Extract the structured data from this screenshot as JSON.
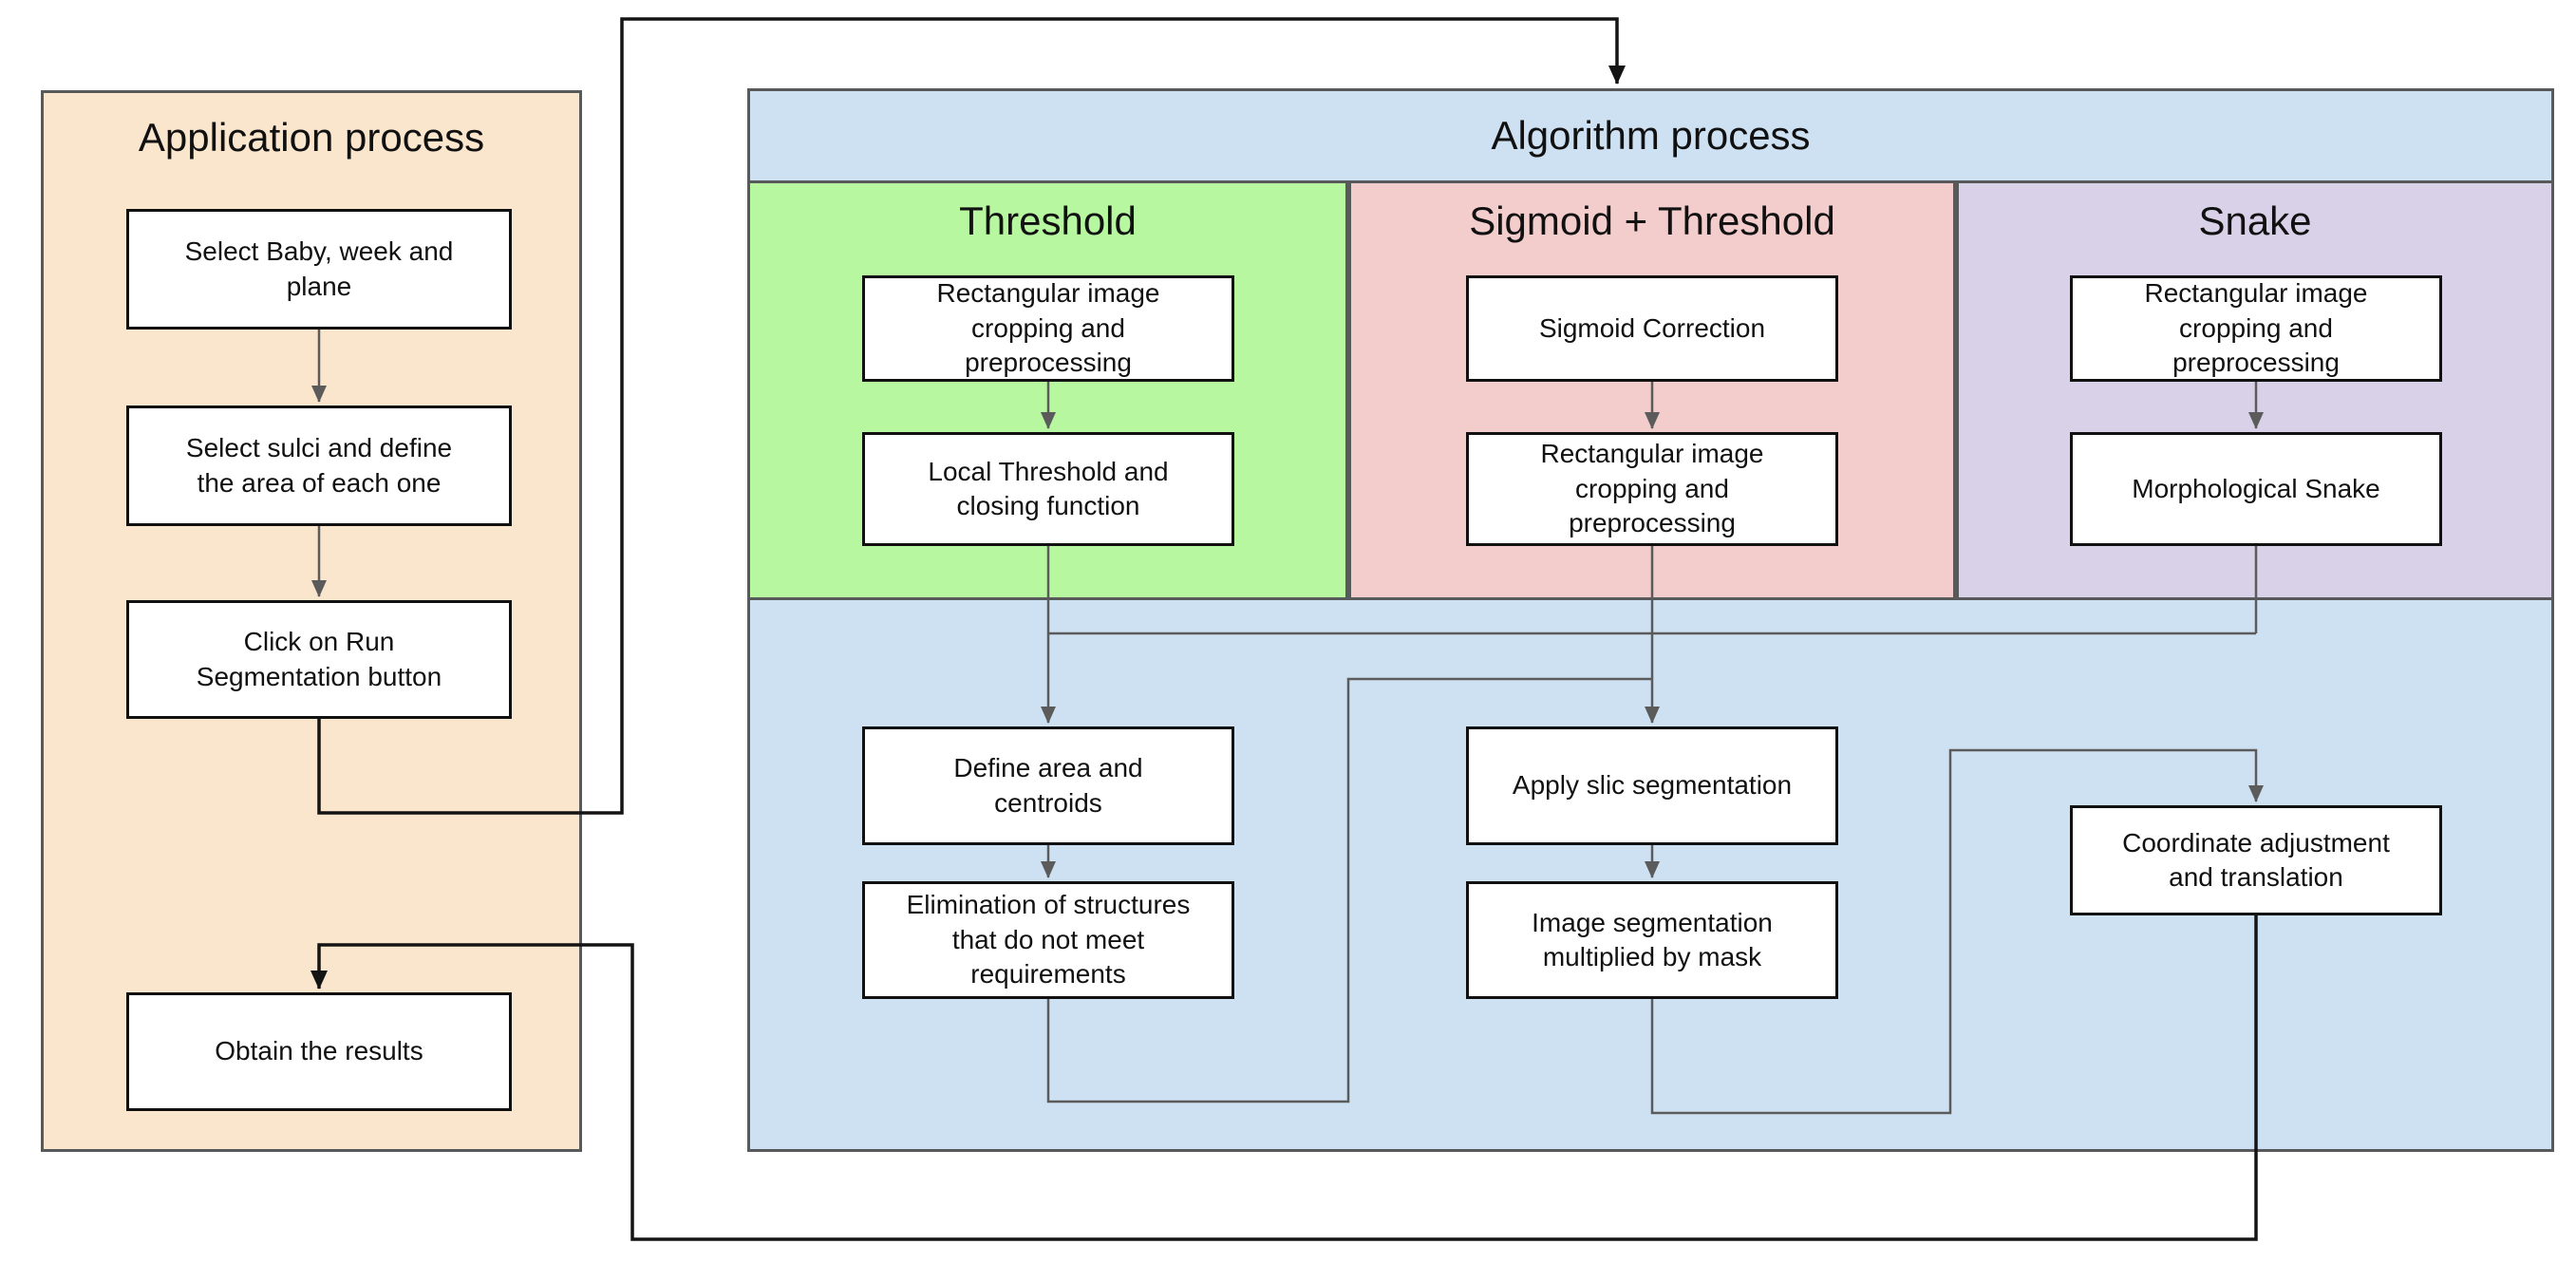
{
  "colors": {
    "panel-orange": "#FAE5CD",
    "panel-blue": "#CEE1F2",
    "section-green": "#B6F7A0",
    "section-pink": "#F2CDCC",
    "section-purple": "#D8D1E8",
    "panel-border": "#58595B",
    "node-border": "#111111",
    "line-gray": "#5B5B5B",
    "line-black": "#141414",
    "text": "#111111",
    "background": "#FFFFFF"
  },
  "application": {
    "title": "Application process",
    "steps": [
      "Select Baby, week and\nplane",
      "Select sulci and define\nthe area of each one",
      "Click on Run\nSegmentation button",
      "Obtain the results"
    ]
  },
  "algorithm": {
    "title": "Algorithm process",
    "branches": [
      {
        "name": "Threshold",
        "steps": [
          "Rectangular image\ncropping and\npreprocessing",
          "Local Threshold and\nclosing function"
        ]
      },
      {
        "name": "Sigmoid + Threshold",
        "steps": [
          "Sigmoid Correction",
          "Rectangular image\ncropping and\npreprocessing"
        ]
      },
      {
        "name": "Snake",
        "steps": [
          "Rectangular image\ncropping and\npreprocessing",
          "Morphological Snake"
        ]
      }
    ],
    "shared_steps": [
      "Define area and\ncentroids",
      "Elimination of structures\nthat do not meet\nrequirements",
      "Apply slic segmentation",
      "Image segmentation\nmultiplied by mask",
      "Coordinate adjustment\nand translation"
    ]
  }
}
